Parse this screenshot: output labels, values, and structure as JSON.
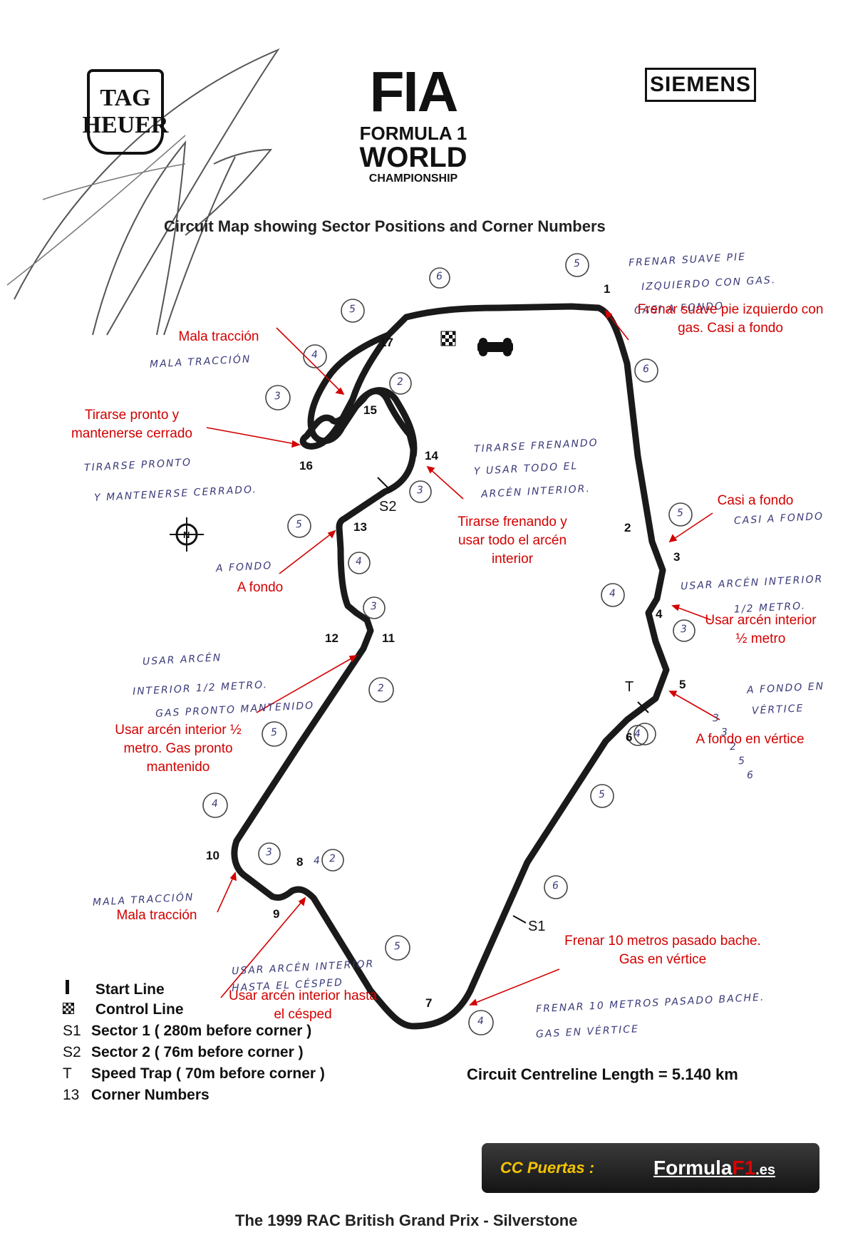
{
  "logos": {
    "tag_heuer": [
      "TAG",
      "HEUER"
    ],
    "siemens": "SIEMENS",
    "fia": {
      "letters": "FIA",
      "line1": "FORMULA 1",
      "line2": "WORLD",
      "line3": "CHAMPIONSHIP"
    }
  },
  "title": "Circuit Map showing Sector Positions and Corner Numbers",
  "corners": [
    "1",
    "2",
    "3",
    "4",
    "5",
    "6",
    "7",
    "8",
    "9",
    "10",
    "11",
    "12",
    "13",
    "14",
    "15",
    "16",
    "17"
  ],
  "sector_markers": [
    "S1",
    "S2",
    "T"
  ],
  "gear_numbers": [
    "5",
    "6",
    "6",
    "5",
    "4",
    "4",
    "3",
    "2",
    "3",
    "3",
    "3",
    "5",
    "4",
    "3",
    "2",
    "5",
    "4",
    "3",
    "2",
    "5",
    "4",
    "6",
    "4",
    "5",
    "6"
  ],
  "annotations_red": [
    "Mala tracción",
    "Tirarse pronto y mantenerse cerrado",
    "Frenar suave pie izquierdo con gas. Casi a fondo",
    "Tirarse frenando y usar todo el arcén interior",
    "Casi a fondo",
    "A fondo",
    "Usar arcén interior ½ metro",
    "Usar arcén interior ½ metro. Gas pronto mantenido",
    "A fondo en vértice",
    "Mala tracción",
    "Frenar 10 metros pasado bache. Gas en vértice",
    "Usar arcén interior hasta el césped"
  ],
  "annotations_hand": [
    "FRENAR SUAVE PIE",
    "IZQUIERDO CON GAS.",
    "CASI A FONDO",
    "MALA TRACCIÓN",
    "TIRARSE PRONTO",
    "Y MANTENERSE CERRADO.",
    "TIRARSE FRENANDO",
    "Y USAR TODO EL",
    "ARCÉN INTERIOR.",
    "CASI A FONDO",
    "A FONDO",
    "USAR ARCÉN INTERIOR",
    "1/2 METRO.",
    "USAR ARCÉN",
    "INTERIOR 1/2 METRO.",
    "GAS PRONTO MANTENIDO",
    "A FONDO EN",
    "VÉRTICE",
    "MALA TRACCIÓN",
    "USAR ARCÉN INTERIOR",
    "HASTA EL CÉSPED",
    "FRENAR 10 METROS PASADO BACHE.",
    "GAS EN VÉRTICE"
  ],
  "legend": [
    {
      "symbol": "",
      "label": "Start Line",
      "icon": "start-line-icon"
    },
    {
      "symbol": "",
      "label": "Control Line",
      "icon": "checkered-flag-icon"
    },
    {
      "symbol": "S1",
      "label": "Sector 1 ( 280m before corner )"
    },
    {
      "symbol": "S2",
      "label": "Sector 2 ( 76m before corner )"
    },
    {
      "symbol": "T",
      "label": "Speed Trap ( 70m before corner )"
    },
    {
      "symbol": "13",
      "label": "Corner Numbers"
    }
  ],
  "length_text": "Circuit Centreline Length = 5.140 km",
  "footer": "The 1999 RAC British Grand Prix - Silverstone",
  "badge": {
    "label": "CC Puertas :",
    "brand_main": "Formula",
    "brand_f1": "F1",
    "brand_tld": ".es"
  },
  "colors": {
    "annotation_red": "#d20000",
    "track": "#1a1a1a",
    "badge_text": "#f5c400"
  }
}
